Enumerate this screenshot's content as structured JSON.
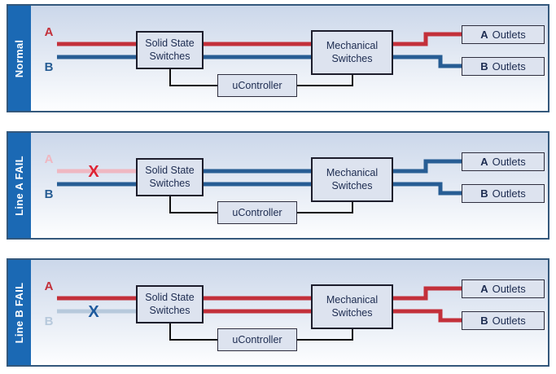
{
  "colors": {
    "sidebar": "#1b69b4",
    "panel_border": "#34587c",
    "panel_bg_top": "#cbd7ea",
    "panel_bg_mid": "#e9eef6",
    "panel_bg_bottom": "#fdfeff",
    "box_fill": "#dde3ef",
    "connector": "#101010",
    "line_a_active": "#c3303a",
    "line_b_active": "#275d94",
    "line_a_failed": "#efb7c1",
    "line_b_failed": "#b7c9dc"
  },
  "boxes": {
    "solid_state": [
      "Solid State",
      "Switches"
    ],
    "mechanical": [
      "Mechanical",
      "Switches"
    ],
    "ucontroller": "uController",
    "outlet_a": {
      "bold": "A",
      "rest": "Outlets"
    },
    "outlet_b": {
      "bold": "B",
      "rest": "Outlets"
    }
  },
  "panels": [
    {
      "id": "normal",
      "sidebar_label": "Normal",
      "line_a": {
        "label": "A",
        "color": "#c3303a",
        "label_color": "#c3303a"
      },
      "line_b": {
        "label": "B",
        "color": "#275d94",
        "label_color": "#275d94"
      },
      "bus_top_color": "#c3303a",
      "bus_bottom_color": "#275d94",
      "x_mark": null
    },
    {
      "id": "line-a-fail",
      "sidebar_label": "Line A FAIL",
      "line_a": {
        "label": "A",
        "color": "#efb7c1",
        "label_color": "#efb7c1"
      },
      "line_b": {
        "label": "B",
        "color": "#275d94",
        "label_color": "#275d94"
      },
      "bus_top_color": "#275d94",
      "bus_bottom_color": "#275d94",
      "x_mark": {
        "text": "X",
        "line": "a",
        "color": "#de2233"
      }
    },
    {
      "id": "line-b-fail",
      "sidebar_label": "Line B FAIL",
      "line_a": {
        "label": "A",
        "color": "#c3303a",
        "label_color": "#c3303a"
      },
      "line_b": {
        "label": "B",
        "color": "#b7c9dc",
        "label_color": "#b7c9dc"
      },
      "bus_top_color": "#c3303a",
      "bus_bottom_color": "#c3303a",
      "x_mark": {
        "text": "X",
        "line": "b",
        "color": "#1e5a9d"
      }
    }
  ]
}
